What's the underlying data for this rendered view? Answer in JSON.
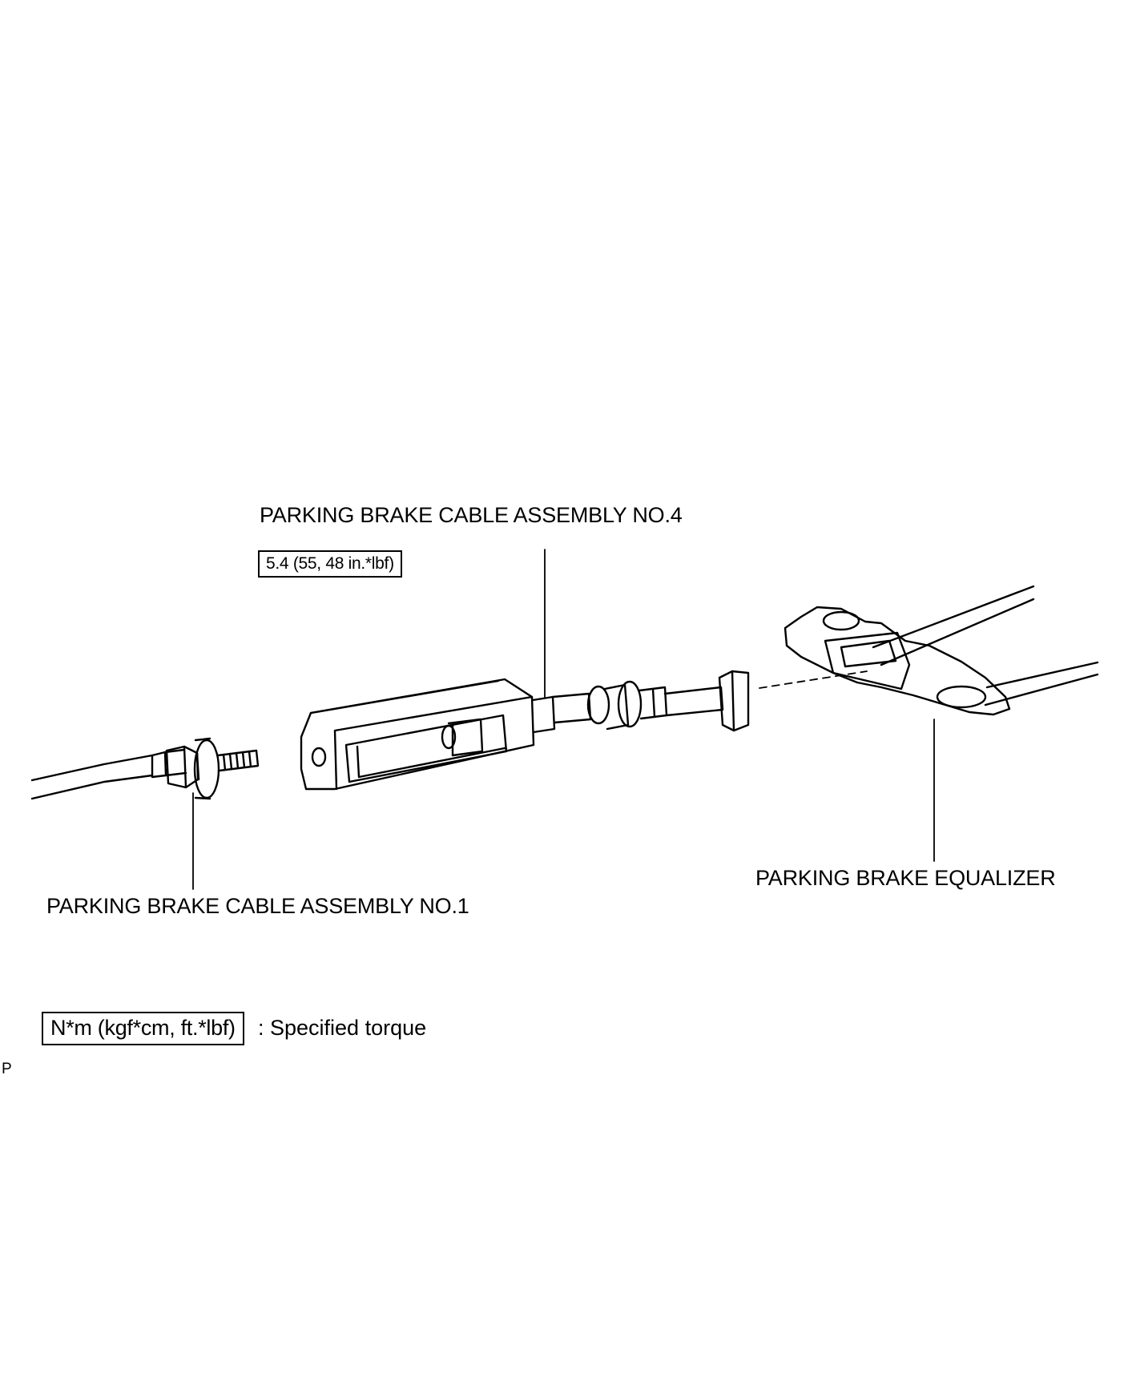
{
  "labels": {
    "cable_no4": "PARKING BRAKE CABLE ASSEMBLY NO.4",
    "cable_no1": "PARKING BRAKE CABLE ASSEMBLY NO.1",
    "equalizer": "PARKING BRAKE EQUALIZER"
  },
  "torque_spec": "5.4 (55, 48 in.*lbf)",
  "legend": {
    "unit_box": "N*m (kgf*cm, ft.*lbf)",
    "description": ": Specified torque"
  },
  "corner_mark": "P"
}
